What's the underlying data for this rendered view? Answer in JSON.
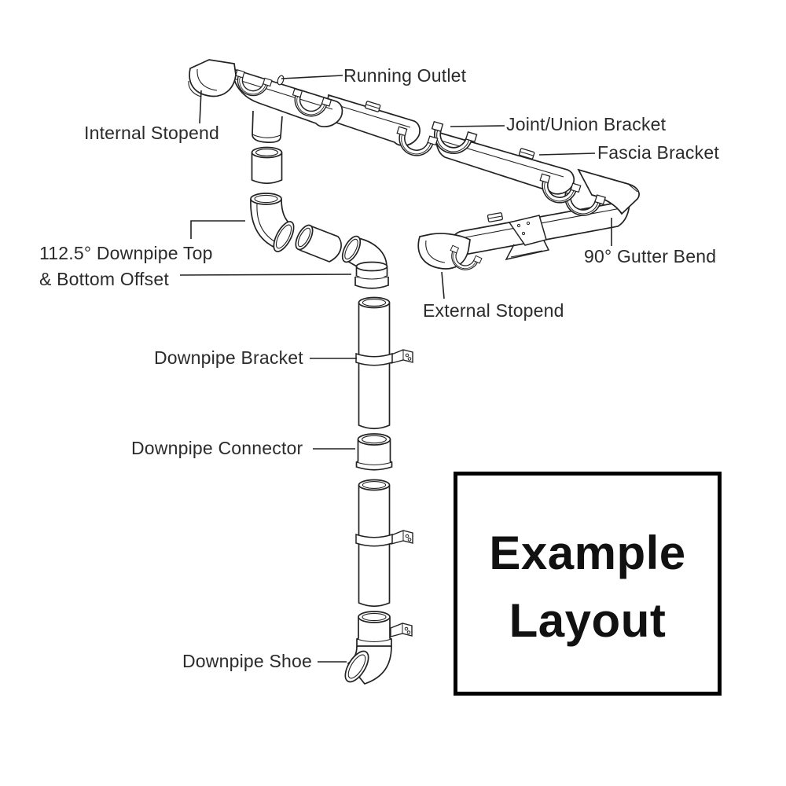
{
  "diagram": {
    "title_context": "Gutter and downpipe system example layout diagram",
    "labels": {
      "running_outlet": "Running Outlet",
      "internal_stopend": "Internal Stopend",
      "joint_union_bracket": "Joint/Union Bracket",
      "fascia_bracket": "Fascia Bracket",
      "gutter_bend_90": "90° Gutter Bend",
      "external_stopend": "External Stopend",
      "downpipe_offset_line1": "112.5° Downpipe Top",
      "downpipe_offset_line2": "& Bottom Offset",
      "downpipe_bracket": "Downpipe Bracket",
      "downpipe_connector": "Downpipe Connector",
      "downpipe_shoe": "Downpipe Shoe"
    },
    "example_box": {
      "line1": "Example",
      "line2": "Layout"
    },
    "colors": {
      "line": "#222222",
      "text": "#2b2b2b",
      "background": "#ffffff",
      "box_border": "#000000"
    }
  }
}
